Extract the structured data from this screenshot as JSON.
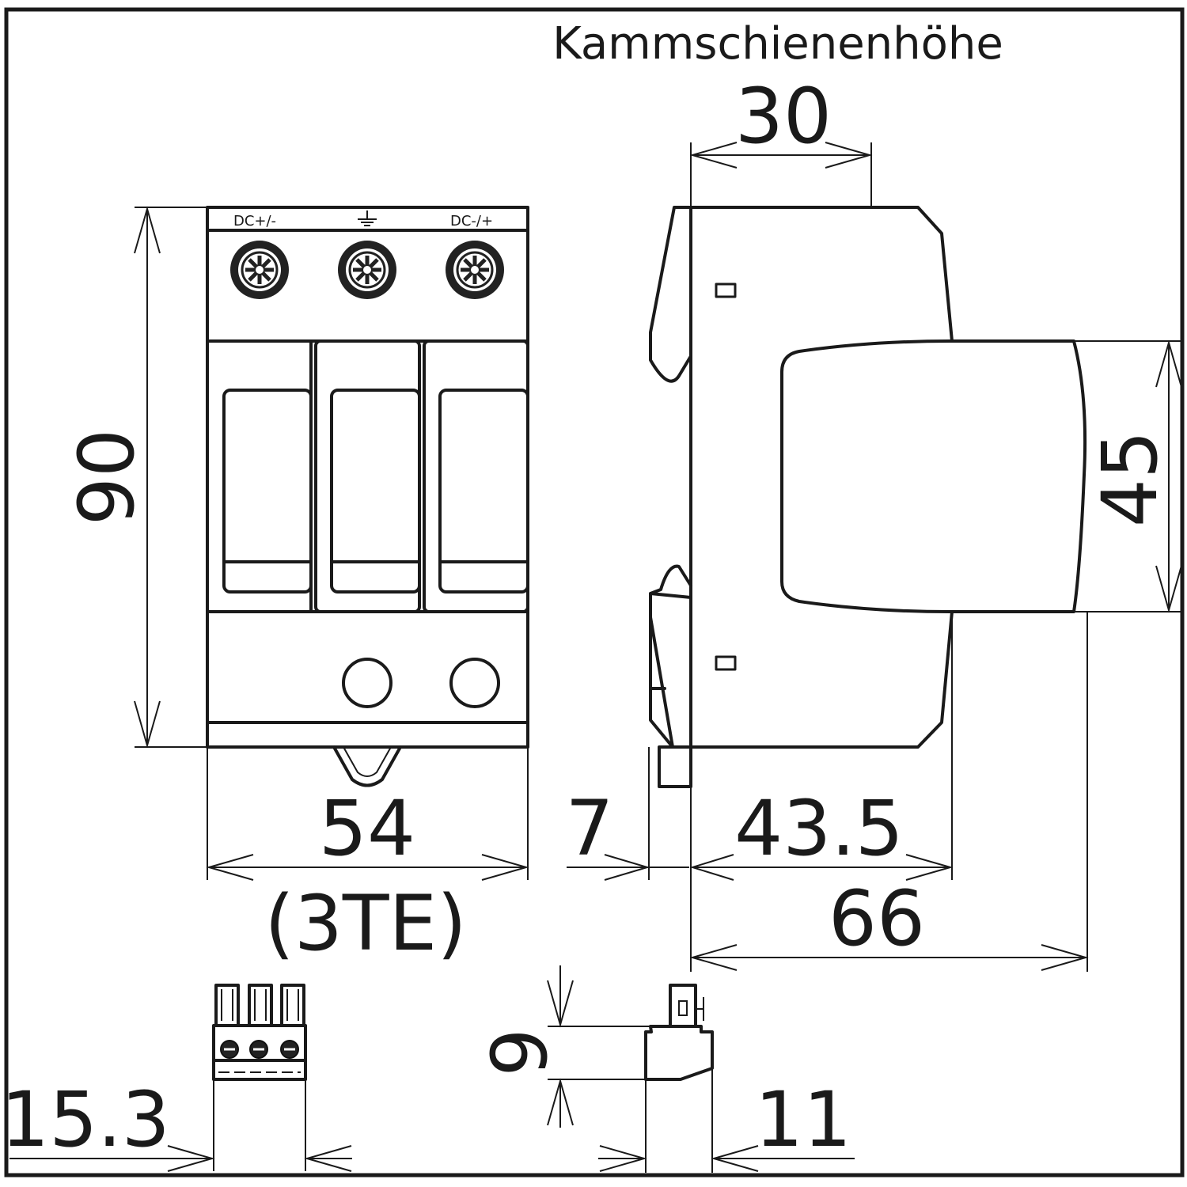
{
  "header": {
    "title": "Kammschienenhöhe"
  },
  "terminal_labels": {
    "left": "DC+/-",
    "middle_icon": "ground-icon",
    "right": "DC-/+"
  },
  "dimensions": {
    "top_width": "30",
    "height_front": "90",
    "height_module": "45",
    "width_front": "54",
    "width_units": "(3TE)",
    "rail_offset": "7",
    "depth_partial": "43.5",
    "depth_total": "66",
    "connector_width": "15.3",
    "connector_height": "9",
    "connector_depth": "11"
  },
  "colors": {
    "line": "#1a1a1a",
    "background": "#ffffff"
  }
}
